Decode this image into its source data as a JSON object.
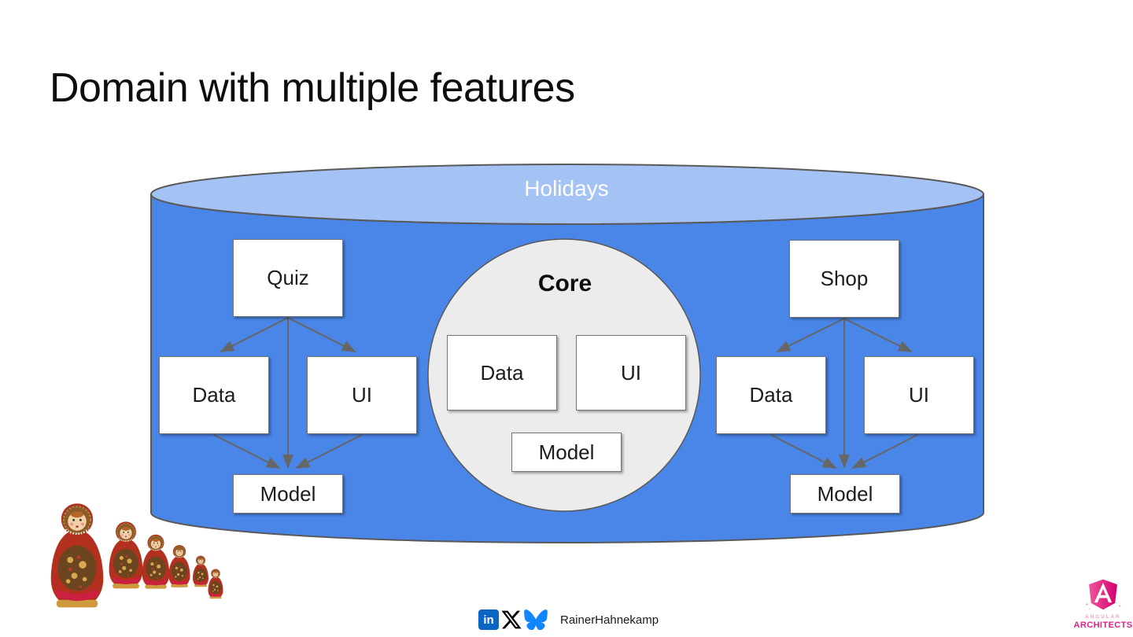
{
  "slide": {
    "title": "Domain with multiple features"
  },
  "diagram": {
    "cylinder": {
      "label": "Holidays",
      "body_color": "#4a86e8",
      "top_color": "#a4c2f4",
      "stroke_color": "#595959"
    },
    "core": {
      "label": "Core",
      "fill_color": "#ececec",
      "boxes": {
        "data": "Data",
        "ui": "UI",
        "model": "Model"
      }
    },
    "features": [
      {
        "root": "Quiz",
        "data": "Data",
        "ui": "UI",
        "model": "Model"
      },
      {
        "root": "Shop",
        "data": "Data",
        "ui": "UI",
        "model": "Model"
      }
    ],
    "arrow_color": "#666666"
  },
  "footer": {
    "linkedin_glyph": "in",
    "social_icons": [
      "linkedin-icon",
      "x-icon",
      "bluesky-icon"
    ],
    "icon_colors": {
      "linkedin": "#0a66c2",
      "x": "#000000",
      "bluesky": "#1185fe"
    },
    "handle": "RainerHahnekamp",
    "logo": {
      "line1": "ANGULAR",
      "line2": "ARCHITECTS",
      "accent_color": "#e0218a"
    }
  },
  "decoration": {
    "dolls_image": "matryoshka-nesting-dolls"
  }
}
